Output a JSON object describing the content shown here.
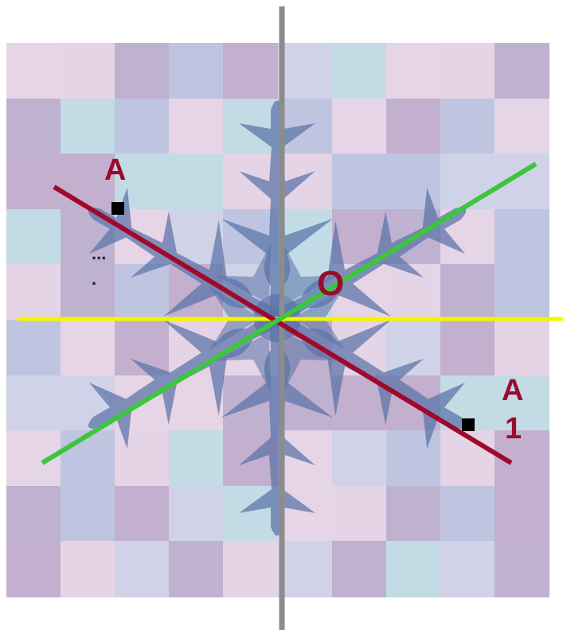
{
  "labels": {
    "point_a": "A",
    "point_o": "O",
    "point_a1_line1": "A",
    "point_a1_line2": "1",
    "ellipsis_line1": "...",
    "ellipsis_line2": "."
  },
  "colors": {
    "tiles": [
      "#e6d5e6",
      "#bfc5e0",
      "#c2dbe5",
      "#bfb2d0",
      "#d0d2e8",
      "#e4d4e6",
      "#c3b0ce"
    ],
    "snowflake": "#5a73a8",
    "axis_of_symmetry_red": "#a0082c",
    "axis_of_symmetry_green": "#3cc63c",
    "horizontal_line": "#f5f500",
    "vertical_line": "#8c8c8c",
    "label": "#9b0a2e",
    "point_marker": "#000000"
  },
  "grid": {
    "rows": 10,
    "cols": 10
  },
  "icons": {
    "figure": "snowflake-icon"
  }
}
